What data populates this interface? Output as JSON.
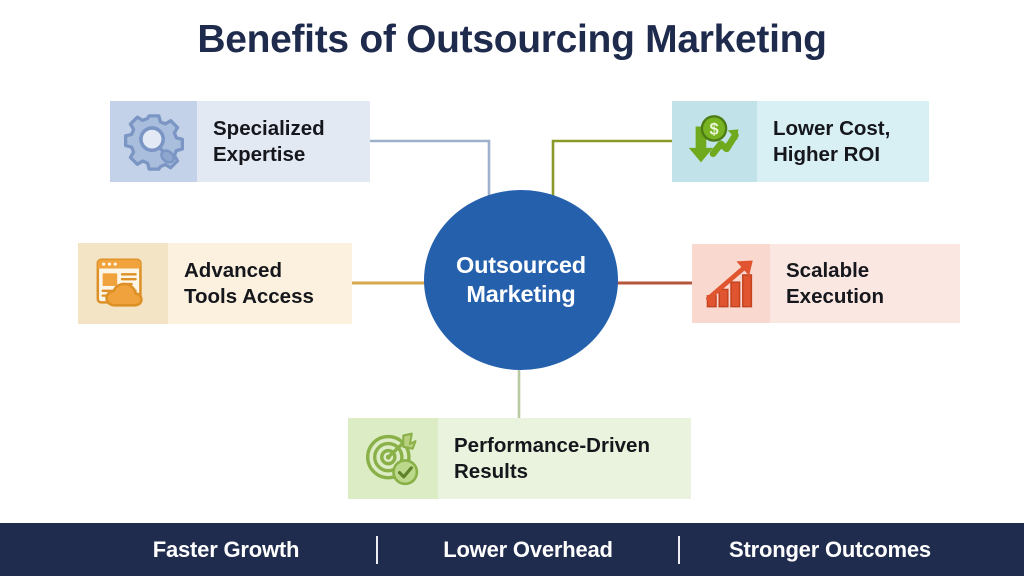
{
  "page": {
    "title": "Benefits of Outsourcing Marketing",
    "background_color": "#ffffff",
    "title_color": "#1f2b4d"
  },
  "center": {
    "label": "Outsourced\nMarketing",
    "color": "#2560ac",
    "text_color": "#ffffff"
  },
  "cards": [
    {
      "id": "expertise",
      "label": "Specialized\nExpertise",
      "icon": "gear-magnifier-icon",
      "icon_tile_color": "#c3d2e8",
      "label_tile_color": "#e3e9f3",
      "icon_color": "#7b96c4",
      "connector_color": "#9fb0cc"
    },
    {
      "id": "lowercost",
      "label": "Lower Cost,\nHigher ROI",
      "icon": "dollar-coin-arrows-icon",
      "icon_tile_color": "#c2e2ea",
      "label_tile_color": "#d8eff4",
      "icon_color": "#6faa1e",
      "connector_color": "#8b9a27"
    },
    {
      "id": "tools",
      "label": "Advanced\nTools Access",
      "icon": "browser-cloud-icon",
      "icon_tile_color": "#f4e4c6",
      "label_tile_color": "#fbf1de",
      "icon_color": "#f0a23c",
      "connector_color": "#d6a84f"
    },
    {
      "id": "scalable",
      "label": "Scalable\nExecution",
      "icon": "bar-chart-arrow-icon",
      "icon_tile_color": "#f8d8cf",
      "label_tile_color": "#fbe7e2",
      "icon_color": "#e0552f",
      "connector_color": "#b4563c"
    },
    {
      "id": "results",
      "label": "Performance-Driven\nResults",
      "icon": "target-check-icon",
      "icon_tile_color": "#dcecc4",
      "label_tile_color": "#eaf3dd",
      "icon_color": "#8ab048",
      "connector_color": "#b9c9a2"
    }
  ],
  "footer": {
    "background_color": "#202c4e",
    "items": [
      {
        "label": "Faster Growth"
      },
      {
        "label": "Lower Overhead"
      },
      {
        "label": "Stronger Outcomes"
      }
    ]
  }
}
